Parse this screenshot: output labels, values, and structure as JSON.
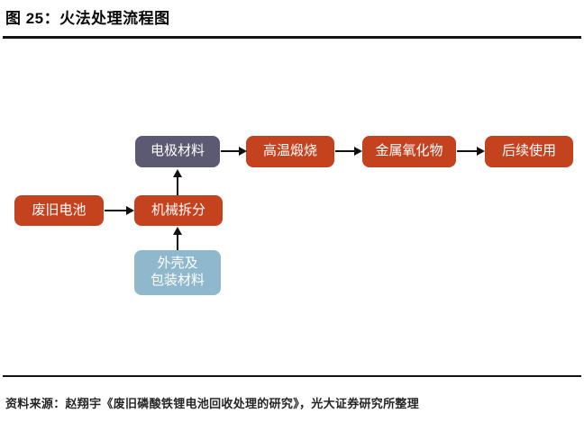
{
  "title": "图 25：火法处理流程图",
  "flowchart": {
    "nodes": {
      "electrode_material": {
        "label": "电极材料",
        "color": "#5C5972"
      },
      "high_temp_calcination": {
        "label": "高温煅烧",
        "color": "#C5421F"
      },
      "metal_oxide": {
        "label": "金属氧化物",
        "color": "#C5421F"
      },
      "subsequent_use": {
        "label": "后续使用",
        "color": "#C5421F"
      },
      "waste_battery": {
        "label": "废旧电池",
        "color": "#C5421F"
      },
      "mechanical_split": {
        "label": "机械拆分",
        "color": "#C5421F"
      },
      "casing_packaging": {
        "label": "外壳及\n包装材料",
        "color": "#8FB8CC"
      }
    },
    "edges": [
      "废旧电池 → 机械拆分",
      "机械拆分 → 电极材料",
      "外壳及包装材料 → 机械拆分",
      "电极材料 → 高温煅烧",
      "高温煅烧 → 金属氧化物",
      "金属氧化物 → 后续使用"
    ],
    "arrow_color": "#111111"
  },
  "footer": {
    "source": "资料来源：赵翔宇《废旧磷酸铁锂电池回收处理的研究》，光大证券研究所整理"
  }
}
